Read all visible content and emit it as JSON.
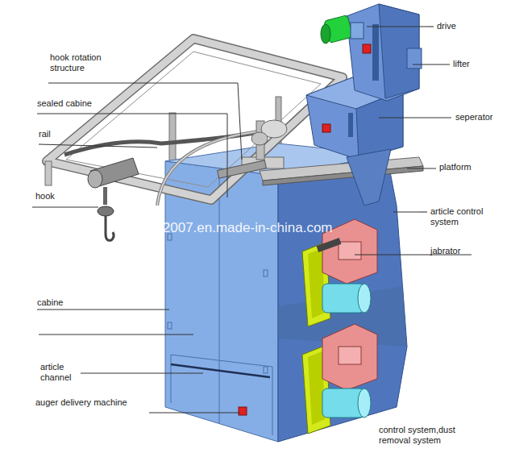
{
  "diagram": {
    "labels": [
      "drive",
      "lifter",
      "hook rotation structure",
      "sealed cabine",
      "seperator",
      "rail",
      "platform",
      "hook",
      "j2007.en.made-in-china.com",
      "article control system",
      "jabrator",
      "cabine",
      "article channel",
      "auger delivery machine",
      "control system,dust removal system"
    ]
  }
}
